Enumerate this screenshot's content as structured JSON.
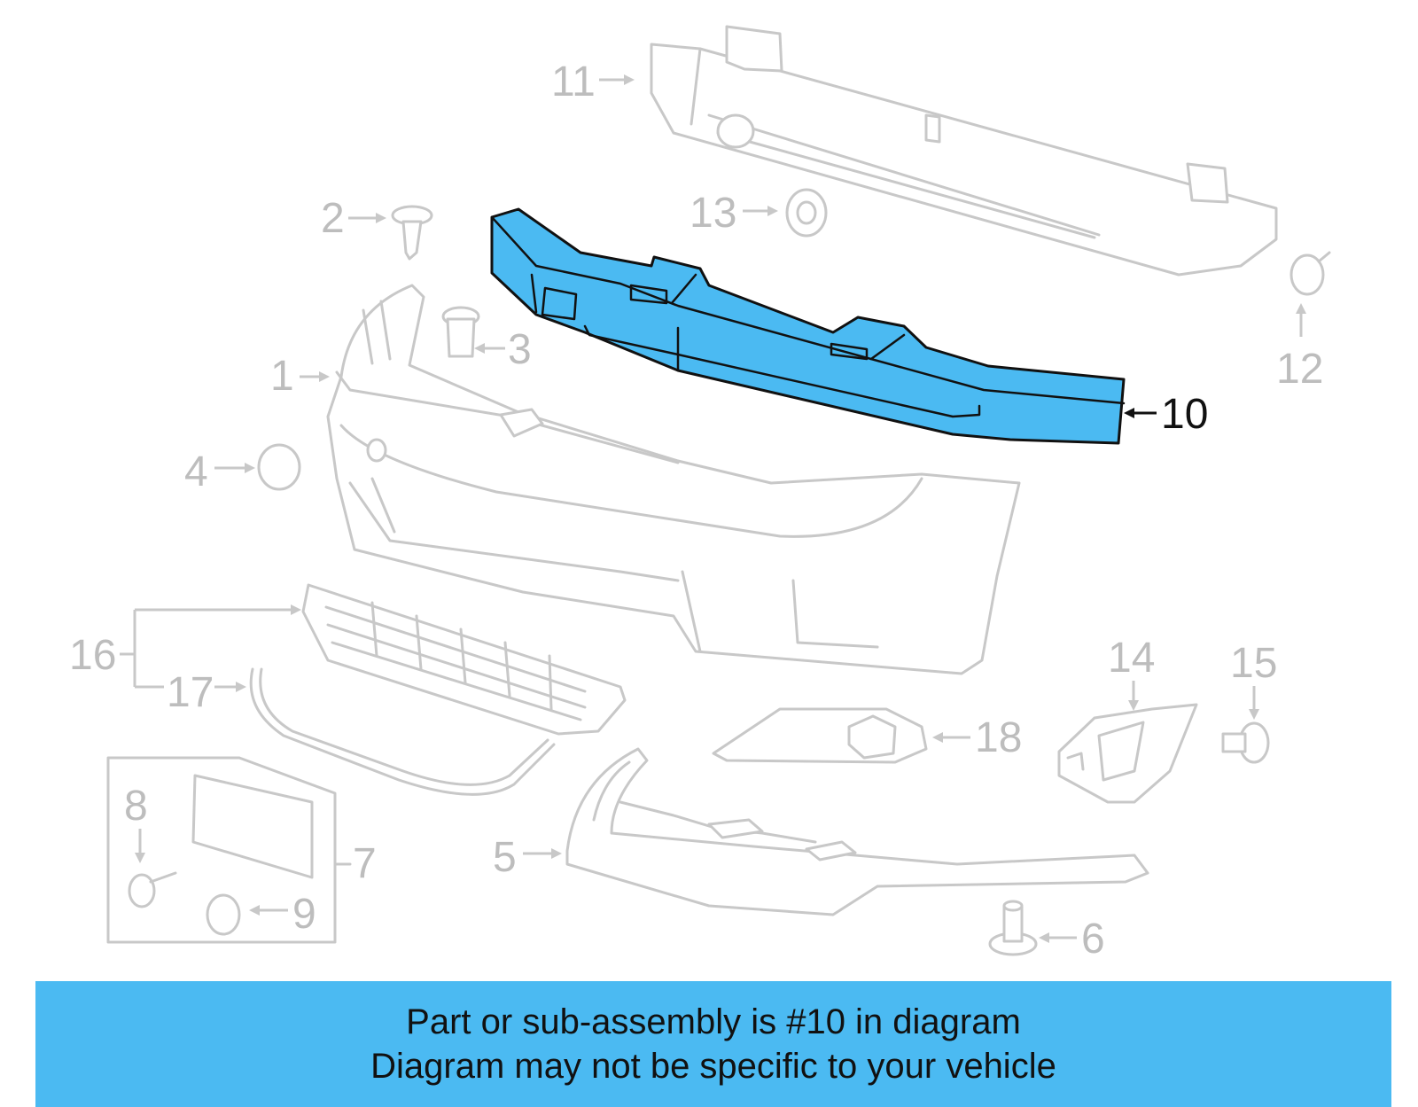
{
  "diagram": {
    "highlight_color": "#4bbaf2",
    "callouts": [
      {
        "id": "1",
        "label": "1"
      },
      {
        "id": "2",
        "label": "2"
      },
      {
        "id": "3",
        "label": "3"
      },
      {
        "id": "4",
        "label": "4"
      },
      {
        "id": "5",
        "label": "5"
      },
      {
        "id": "6",
        "label": "6"
      },
      {
        "id": "7",
        "label": "7"
      },
      {
        "id": "8",
        "label": "8"
      },
      {
        "id": "9",
        "label": "9"
      },
      {
        "id": "10",
        "label": "10",
        "highlighted": true
      },
      {
        "id": "11",
        "label": "11"
      },
      {
        "id": "12",
        "label": "12"
      },
      {
        "id": "13",
        "label": "13"
      },
      {
        "id": "14",
        "label": "14"
      },
      {
        "id": "15",
        "label": "15"
      },
      {
        "id": "16",
        "label": "16"
      },
      {
        "id": "17",
        "label": "17"
      },
      {
        "id": "18",
        "label": "18"
      }
    ]
  },
  "banner": {
    "line1": "Part or sub-assembly is #10 in diagram",
    "line2": "Diagram may not be specific to your vehicle"
  }
}
